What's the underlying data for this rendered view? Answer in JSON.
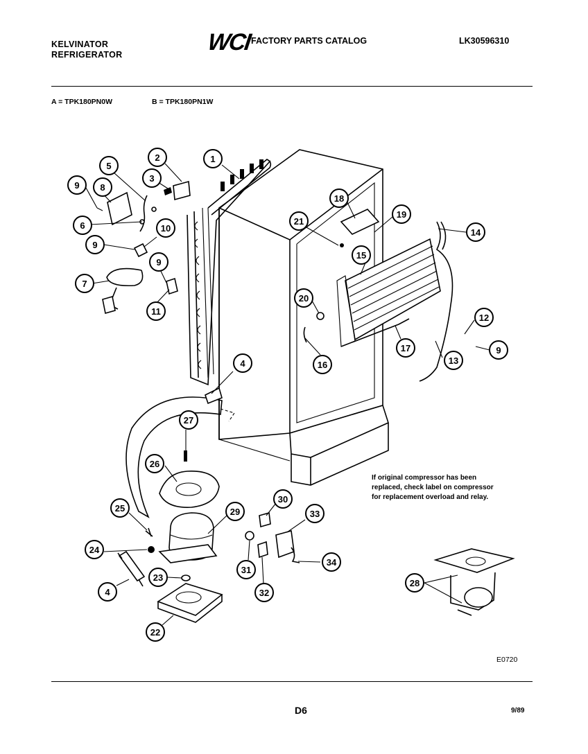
{
  "header": {
    "brand_line1": "KELVINATOR",
    "brand_line2": "REFRIGERATOR",
    "logo_text": "WCI",
    "catalog_title": "FACTORY PARTS CATALOG",
    "catalog_number": "LK30596310"
  },
  "models": {
    "a": "A = TPK180PN0W",
    "b": "B = TPK180PN1W"
  },
  "diagram": {
    "callouts": [
      {
        "id": "c1",
        "label": "1"
      },
      {
        "id": "c2",
        "label": "2"
      },
      {
        "id": "c3",
        "label": "3"
      },
      {
        "id": "c4a",
        "label": "4"
      },
      {
        "id": "c4b",
        "label": "4"
      },
      {
        "id": "c5",
        "label": "5"
      },
      {
        "id": "c6",
        "label": "6"
      },
      {
        "id": "c7",
        "label": "7"
      },
      {
        "id": "c8",
        "label": "8"
      },
      {
        "id": "c9a",
        "label": "9"
      },
      {
        "id": "c9b",
        "label": "9"
      },
      {
        "id": "c9c",
        "label": "9"
      },
      {
        "id": "c9d",
        "label": "9"
      },
      {
        "id": "c10",
        "label": "10"
      },
      {
        "id": "c11",
        "label": "11"
      },
      {
        "id": "c12",
        "label": "12"
      },
      {
        "id": "c13",
        "label": "13"
      },
      {
        "id": "c14",
        "label": "14"
      },
      {
        "id": "c15",
        "label": "15"
      },
      {
        "id": "c16",
        "label": "16"
      },
      {
        "id": "c17",
        "label": "17"
      },
      {
        "id": "c18",
        "label": "18"
      },
      {
        "id": "c19",
        "label": "19"
      },
      {
        "id": "c20",
        "label": "20"
      },
      {
        "id": "c21",
        "label": "21"
      },
      {
        "id": "c22",
        "label": "22"
      },
      {
        "id": "c23",
        "label": "23"
      },
      {
        "id": "c24",
        "label": "24"
      },
      {
        "id": "c25",
        "label": "25"
      },
      {
        "id": "c26",
        "label": "26"
      },
      {
        "id": "c27",
        "label": "27"
      },
      {
        "id": "c28",
        "label": "28"
      },
      {
        "id": "c29",
        "label": "29"
      },
      {
        "id": "c30",
        "label": "30"
      },
      {
        "id": "c31",
        "label": "31"
      },
      {
        "id": "c32",
        "label": "32"
      },
      {
        "id": "c33",
        "label": "33"
      },
      {
        "id": "c34",
        "label": "34"
      }
    ],
    "note": "If original compressor has been replaced, check label on compressor for replacement overload and relay.",
    "drawing_code": "E0720"
  },
  "footer": {
    "page": "D6",
    "date": "9/89"
  }
}
